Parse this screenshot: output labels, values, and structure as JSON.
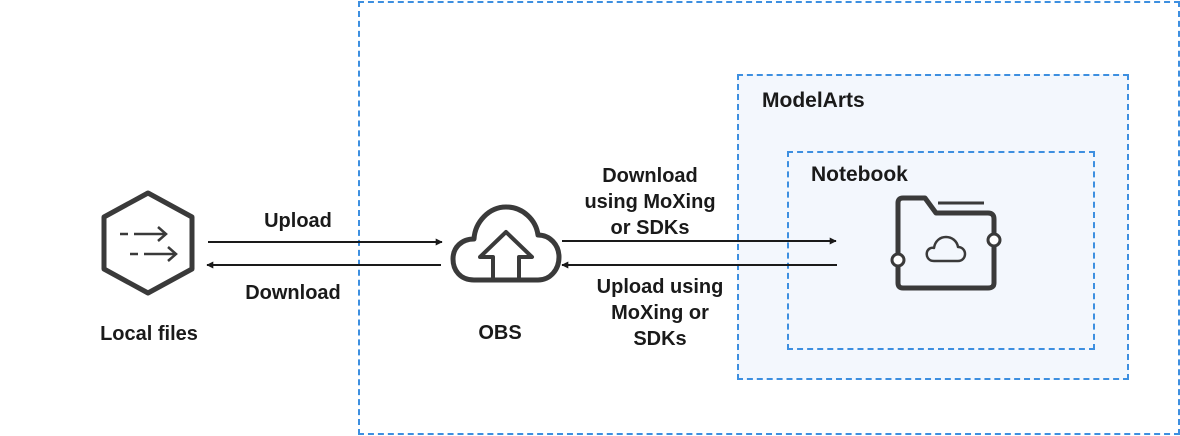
{
  "diagram": {
    "local_files_label": "Local files",
    "obs_label": "OBS",
    "modelarts_label": "ModelArts",
    "notebook_label": "Notebook",
    "upload_label": "Upload",
    "download_label": "Download",
    "download_moxing_label": [
      "Download",
      "using MoXing",
      "or SDKs"
    ],
    "upload_moxing_label": [
      "Upload using",
      "MoXing or",
      "SDKs"
    ]
  },
  "colors": {
    "dashed_border": "#3d8fe0",
    "panel_fill": "#f3f7fd",
    "icon_stroke": "#3a3a3a",
    "arrow": "#1a1a1a"
  },
  "icons": {
    "local_files": "file-transfer-hexagon-icon",
    "obs": "cloud-upload-icon",
    "notebook": "cloud-folder-icon"
  }
}
